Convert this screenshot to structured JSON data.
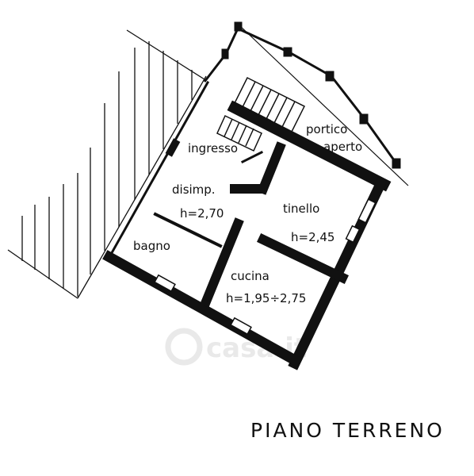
{
  "rooms": {
    "portico_line1": "portico",
    "portico_line2": "aperto",
    "ingresso": "ingresso",
    "disimp": "disimp.",
    "disimp_height": "h=2,70",
    "tinello": "tinello",
    "tinello_height": "h=2,45",
    "bagno": "bagno",
    "cucina": "cucina",
    "cucina_height": "h=1,95÷2,75"
  },
  "title": "PIANO TERRENO",
  "watermark": "casa.it",
  "colors": {
    "wall": "#111111",
    "watermark": "#e9e9e9"
  }
}
